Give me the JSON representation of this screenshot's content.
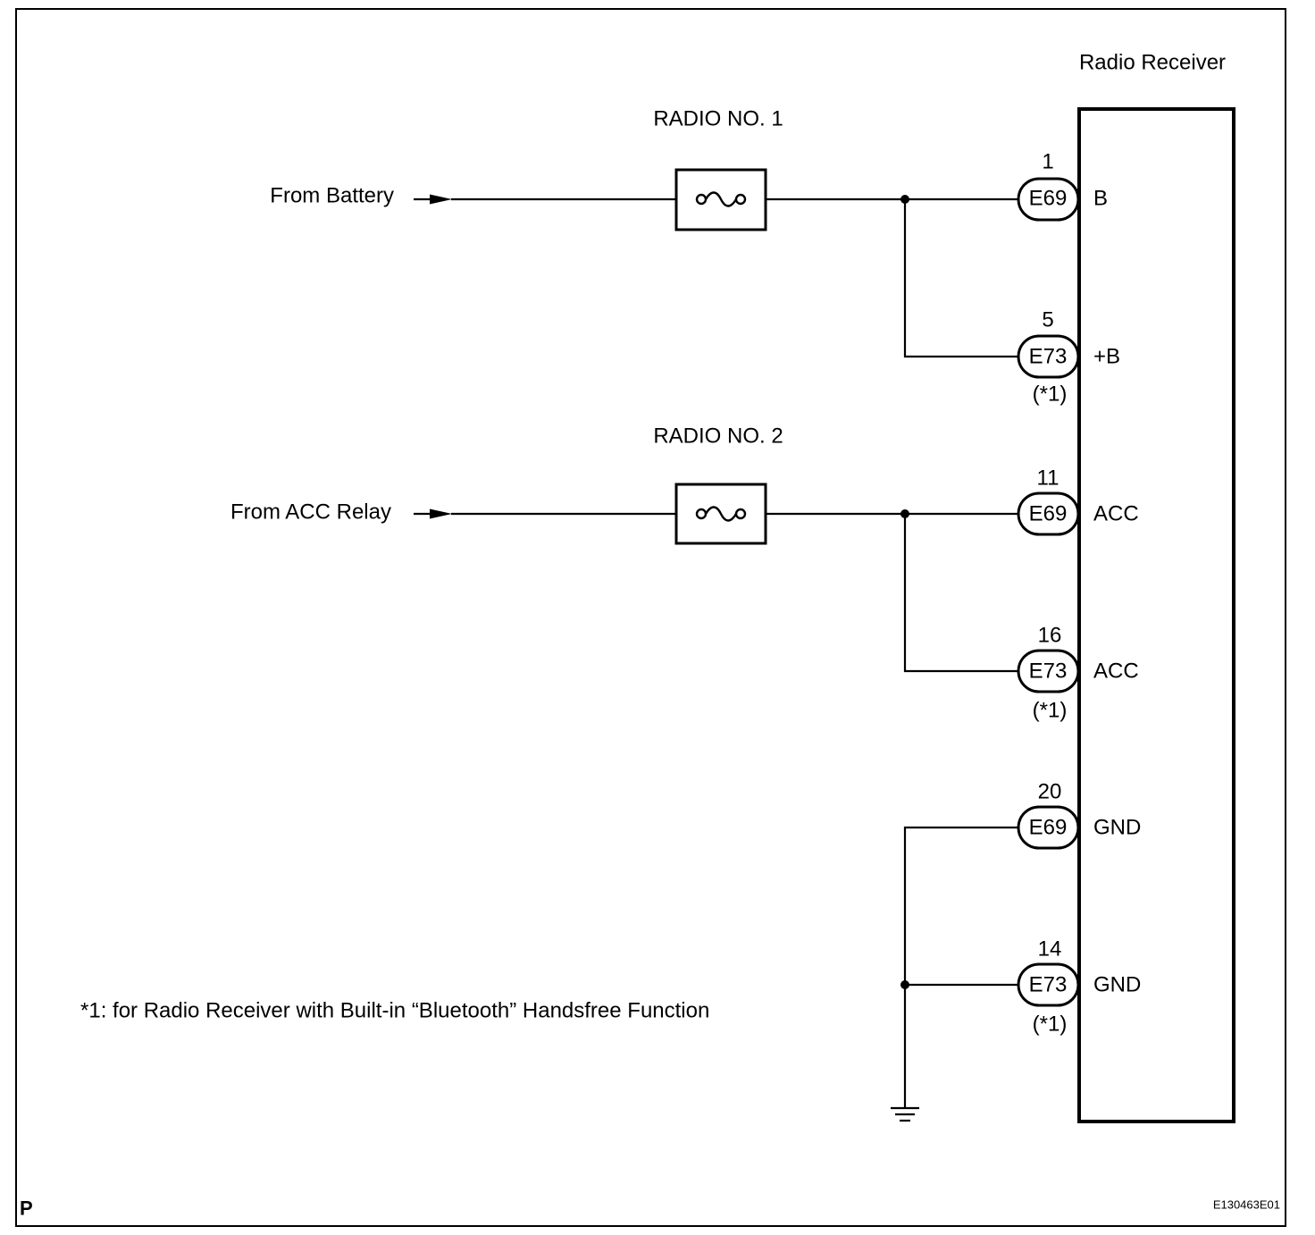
{
  "title": "Radio Receiver",
  "circuits": [
    {
      "fuse": "RADIO NO. 1",
      "source": "From Battery"
    },
    {
      "fuse": "RADIO NO. 2",
      "source": "From ACC Relay"
    }
  ],
  "terminals": [
    {
      "pin": "1",
      "connector": "E69",
      "name": "B"
    },
    {
      "pin": "5",
      "connector": "E73",
      "name": "+B",
      "note": "(*1)"
    },
    {
      "pin": "11",
      "connector": "E69",
      "name": "ACC"
    },
    {
      "pin": "16",
      "connector": "E73",
      "name": "ACC",
      "note": "(*1)"
    },
    {
      "pin": "20",
      "connector": "E69",
      "name": "GND"
    },
    {
      "pin": "14",
      "connector": "E73",
      "name": "GND",
      "note": "(*1)"
    }
  ],
  "footnote": "*1: for Radio Receiver with Built-in “Bluetooth” Handsfree Function",
  "corner_mark": "P",
  "figure_id": "E130463E01"
}
